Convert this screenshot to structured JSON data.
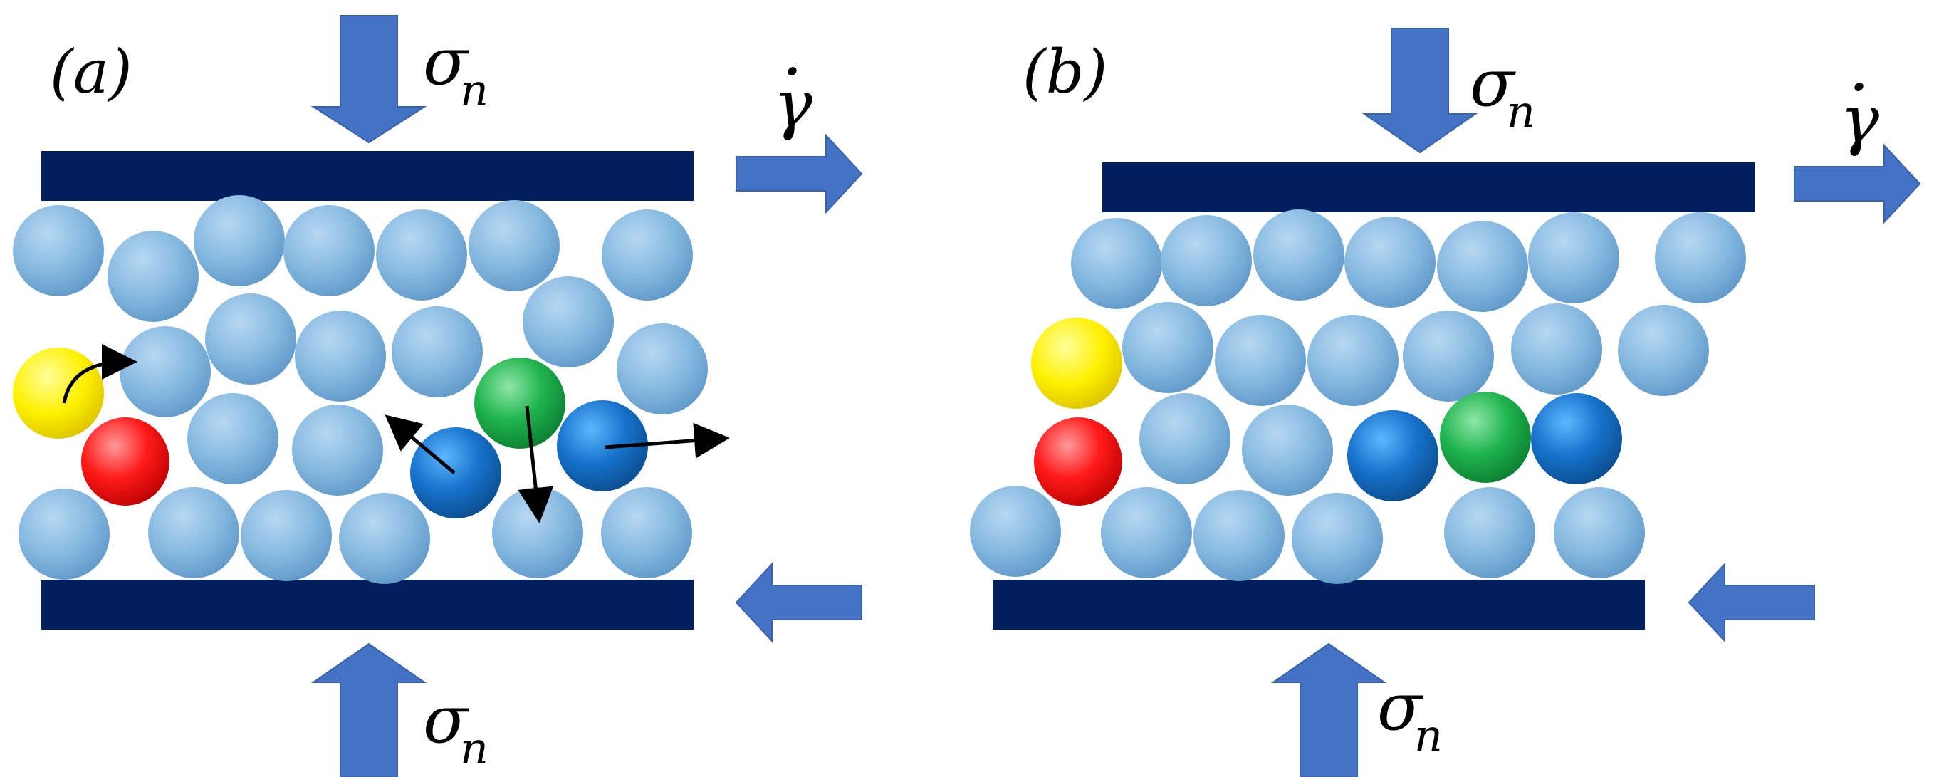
{
  "panels": [
    {
      "label": "(a)"
    },
    {
      "label": "(b)"
    }
  ],
  "symbols": {
    "normal_stress_main": "σ",
    "normal_stress_sub": "n",
    "shear_rate": "γ",
    "shear_rate_dot": "·"
  },
  "colors": {
    "plate": "#001f5c",
    "arrow": "#4472c4",
    "particle": "#7fb4dc",
    "yellow": "#ffef00",
    "red": "#ff1010",
    "green": "#19b04a",
    "blue": "#1a73c8",
    "motion_arrow": "#000000"
  }
}
